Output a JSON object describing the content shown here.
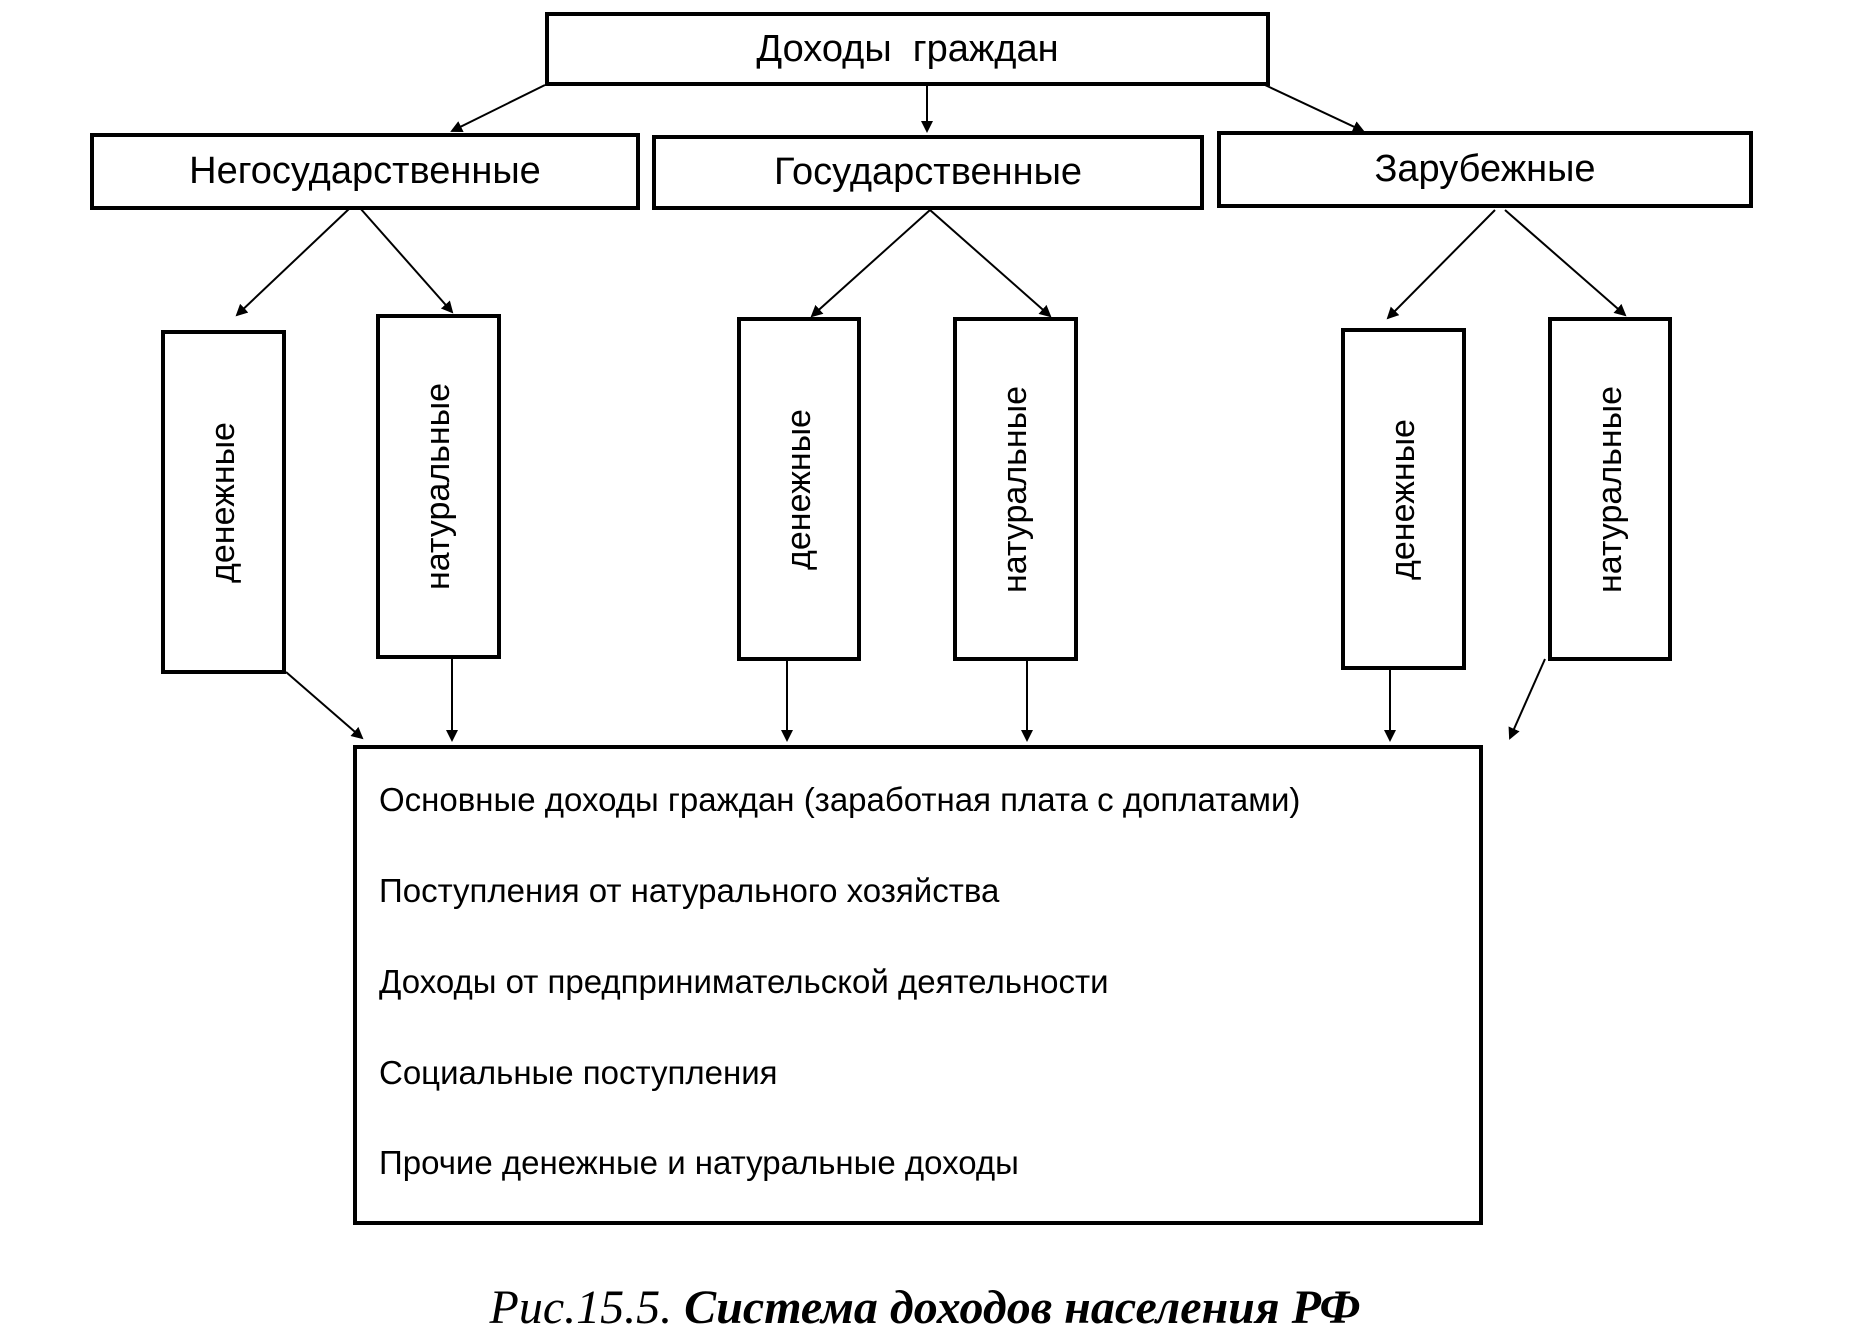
{
  "root": {
    "label": "Доходы  граждан"
  },
  "categories": [
    {
      "label": "Негосударственные"
    },
    {
      "label": "Государственные"
    },
    {
      "label": "Зарубежные"
    }
  ],
  "subtypes": [
    {
      "label": "денежные"
    },
    {
      "label": "натуральные"
    },
    {
      "label": "денежные"
    },
    {
      "label": "натуральные"
    },
    {
      "label": "денежные"
    },
    {
      "label": "натуральные"
    }
  ],
  "income_list": [
    "Основные доходы граждан (заработная плата с доплатами)",
    "Поступления от натурального хозяйства",
    "Доходы от предпринимательской деятельности",
    "Социальные поступления",
    "Прочие денежные и натуральные доходы"
  ],
  "caption": {
    "prefix": "Рис.15.5.",
    "title": "Система доходов населения РФ"
  }
}
